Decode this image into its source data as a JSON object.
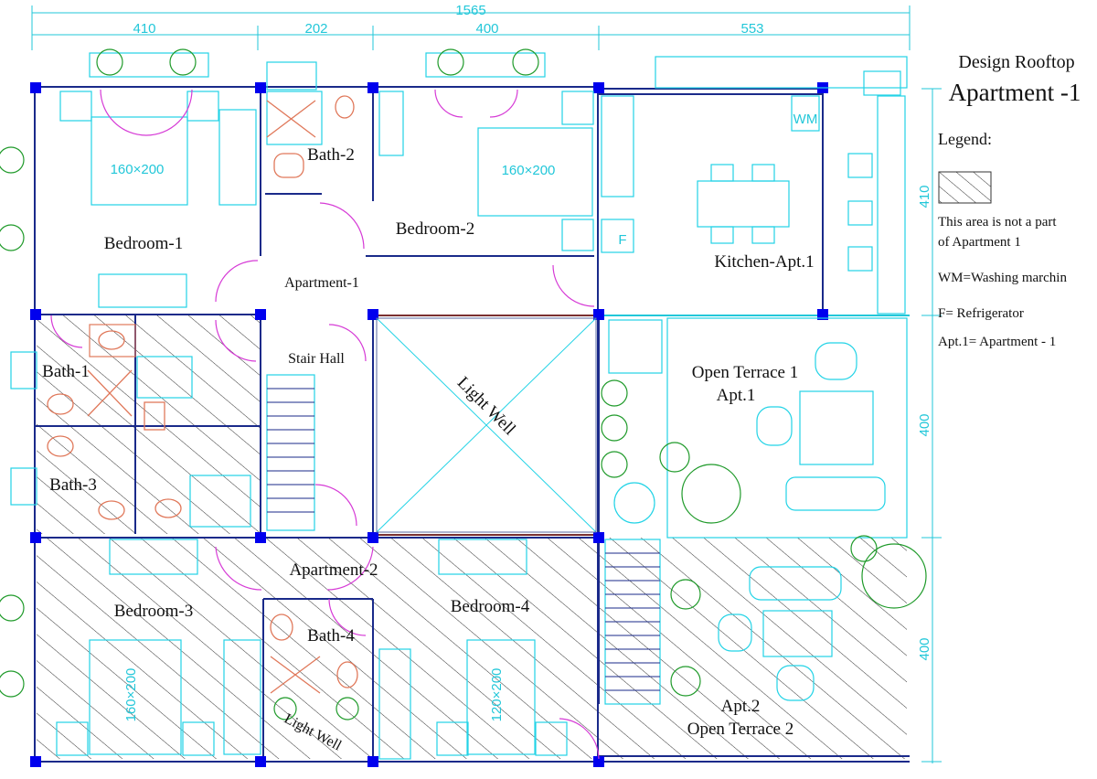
{
  "dimensions": {
    "overall": "1565",
    "top_segments": [
      "410",
      "202",
      "400",
      "553"
    ],
    "right_segments": [
      "410",
      "400",
      "400"
    ]
  },
  "rooms": {
    "bedroom_1": "Bedroom-1",
    "bedroom_2": "Bedroom-2",
    "bath_2": "Bath-2",
    "kitchen": "Kitchen-Apt.1",
    "apartment_1": "Apartment-1",
    "stair_hall": "Stair Hall",
    "bath_1": "Bath-1",
    "bath_3": "Bath-3",
    "light_well": "Light Well",
    "open_terrace_1_a": "Open Terrace 1",
    "open_terrace_1_b": "Apt.1",
    "apartment_2": "Apartment-2",
    "bedroom_3": "Bedroom-3",
    "bedroom_4": "Bedroom-4",
    "bath_4": "Bath-4",
    "light_well_small": "Light Well",
    "open_terrace_2_a": "Apt.2",
    "open_terrace_2_b": "Open Terrace 2"
  },
  "fixtures": {
    "bed_1": "160×200",
    "bed_2": "160×200",
    "bed_3": "160×200",
    "bed_4": "120×200",
    "wm": "WM",
    "fridge": "F"
  },
  "legend": {
    "title_line1": "Design Rooftop",
    "title_line2": "Apartment -1",
    "legend_heading": "Legend:",
    "hatch_note_line1": "This area is not a part",
    "hatch_note_line2": "of Apartment 1",
    "wm_note": "WM=Washing marchin",
    "f_note": "F= Refrigerator",
    "apt_note": "Apt.1= Apartment - 1"
  },
  "colors": {
    "wall": "#1a2a8a",
    "column": "#0000ee",
    "furniture": "#22d3e6",
    "plumbing": "#e0785a",
    "door": "#d63bd6",
    "hatch": "#333333",
    "plant": "#1f9a2a"
  }
}
